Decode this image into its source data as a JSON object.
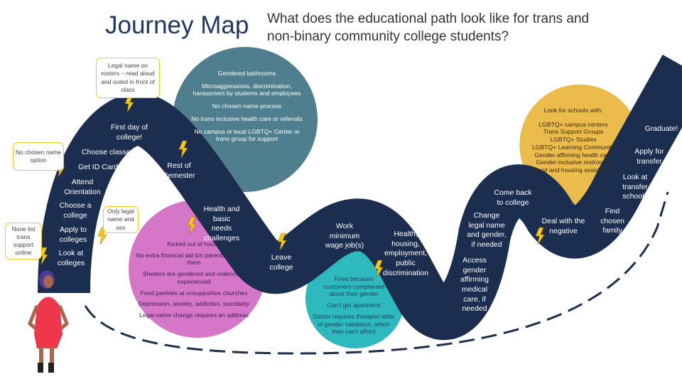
{
  "title": "Journey Map",
  "subtitle": "What does the educational path look like for trans and non-binary community college students?",
  "colors": {
    "road": "#1c2e50",
    "teal_circle": "#4f7f8e",
    "pink_circle": "#d676c8",
    "cyan_circle": "#2db9bd",
    "yellow_circle": "#ebbb4b",
    "callout_border": "#f3c623",
    "bolt": "#f5c518"
  },
  "road_steps": [
    "Look at colleges",
    "Apply to colleges",
    "Choose a college",
    "Attend Orientation",
    "Get ID Card",
    "Choose classes",
    "First day of college!",
    "Rest of Semester",
    "Health and basic needs challenges",
    "Leave college",
    "Work minimum wage job(s)",
    "Health, housing, employment, public discrimination",
    "Access gender affirming medical care, if needed",
    "Change legal name and gender, if needed",
    "Come back to college",
    "Deal with the negative",
    "Find chosen family",
    "Look at transfer schools",
    "Apply for transfer",
    "Graduate!"
  ],
  "callouts": [
    "None list trans support online",
    "No chosen name option",
    "Legal name on rosters – read aloud and outed in front of class",
    "Only legal name and sex"
  ],
  "teal_circle": [
    "Gendered bathrooms",
    "Microaggressions, discrimination, harassment by students and employees",
    "No chosen name process",
    "No trans inclusive health care or referrals",
    "No campus or local LGBTQ+ Center or trans group for support"
  ],
  "pink_circle": [
    "Kicked out of house",
    "No extra financial aid b/c parents still claim them",
    "Shelters are gendered and violence is experienced",
    "Food pantries at unsupportive churches",
    "Depression, anxiety, addiction, suicidality",
    "Legal name change requires an address"
  ],
  "cyan_circle": [
    "Fired because customers complained about their gender",
    "Can’t get apartment",
    "Doctor requires therapist letter of gender validation, which they can’t afford"
  ],
  "yellow_circle": {
    "heading": "Look for schools with:",
    "items": [
      "LGBTQ+ campus centers",
      "Trans Support Groups",
      "LGBTQ+ Studies",
      "LGBTQ+ Learning Community",
      "Gender-affirming health care",
      "Gender-inclusive restrooms",
      "Food and housing assistance"
    ]
  }
}
